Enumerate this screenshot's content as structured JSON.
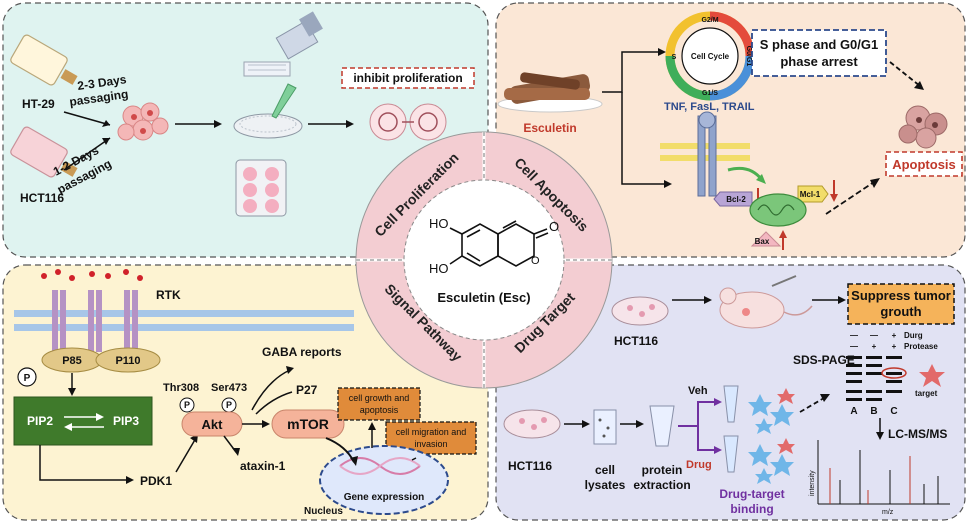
{
  "colors": {
    "panel_proliferation": "#dff3f0",
    "panel_apoptosis": "#fbe7d6",
    "panel_signal": "#fdf3d2",
    "panel_target": "#e1e2f3",
    "circle_ring": "#f3cdd2",
    "red_box": "#c0392b",
    "blue_box": "#2c4a8c",
    "purple": "#7030a0",
    "pathway_green": "#3f7a2b",
    "akt_fill": "#f5b39a",
    "orange_box": "#e08b3a"
  },
  "center": {
    "quadrants": {
      "tl": "Cell Proliferation",
      "tr": "Cell Apoptosis",
      "bl": "Signal Pathway",
      "br": "Drug Target"
    },
    "molecule": {
      "oh_top": "HO",
      "oh_bottom": "HO",
      "carbonyl": "O",
      "ring_o": "O",
      "name": "Esculetin  (Esc)"
    }
  },
  "proliferation": {
    "line_top": "HT-29",
    "line_bottom": "HCT116",
    "passage_top": [
      "2-3 Days",
      "passaging"
    ],
    "passage_bottom": [
      "1-2 Days",
      "passaging"
    ],
    "result": "inhibit proliferation"
  },
  "apoptosis": {
    "drug": "Esculetin",
    "cycle_center": "Cell Cycle",
    "cycle_phases": [
      "G2/M",
      "G0/G1",
      "G1/S",
      "S"
    ],
    "arrest": [
      "S phase and G0/G1",
      "phase arrest"
    ],
    "ligands": "TNF, FasL, TRAIL",
    "bcl2": "Bcl-2",
    "mcl1": "Mcl-1",
    "bax": "Bax",
    "result": "Apoptosis"
  },
  "signal": {
    "rtk": "RTK",
    "p": "P",
    "p85": "P85",
    "p110": "P110",
    "pip2": "PIP2",
    "pip3": "PIP3",
    "pdk1": "PDK1",
    "thr": "Thr308",
    "ser": "Ser473",
    "akt": "Akt",
    "mtor": "mTOR",
    "gaba": "GABA reports",
    "p27": "P27",
    "ataxin": "ataxin-1",
    "growth": [
      "cell growth and",
      "apoptosis"
    ],
    "migration": [
      "cell migration and",
      "invasion"
    ],
    "gene": "Gene expression",
    "nucleus": "Nucleus"
  },
  "target": {
    "hct_top": "HCT116",
    "suppress": [
      "Suppress tumor",
      "grouth"
    ],
    "gel_label": "SDS-PAGE",
    "gel_row1": [
      "—",
      "—",
      "+",
      "Durg"
    ],
    "gel_row2": [
      "—",
      "+",
      "+",
      "Protease"
    ],
    "lanes": [
      "A",
      "B",
      "C"
    ],
    "target": "target",
    "lcms": "LC-MS/MS",
    "hct_bottom": "HCT116",
    "lysates": [
      "cell",
      "lysates"
    ],
    "extraction": [
      "protein",
      "extraction"
    ],
    "veh": "Veh",
    "drug": "Drug",
    "binding": [
      "Drug-target",
      "binding"
    ],
    "ms_y": "intensity",
    "ms_x": "m/z"
  }
}
